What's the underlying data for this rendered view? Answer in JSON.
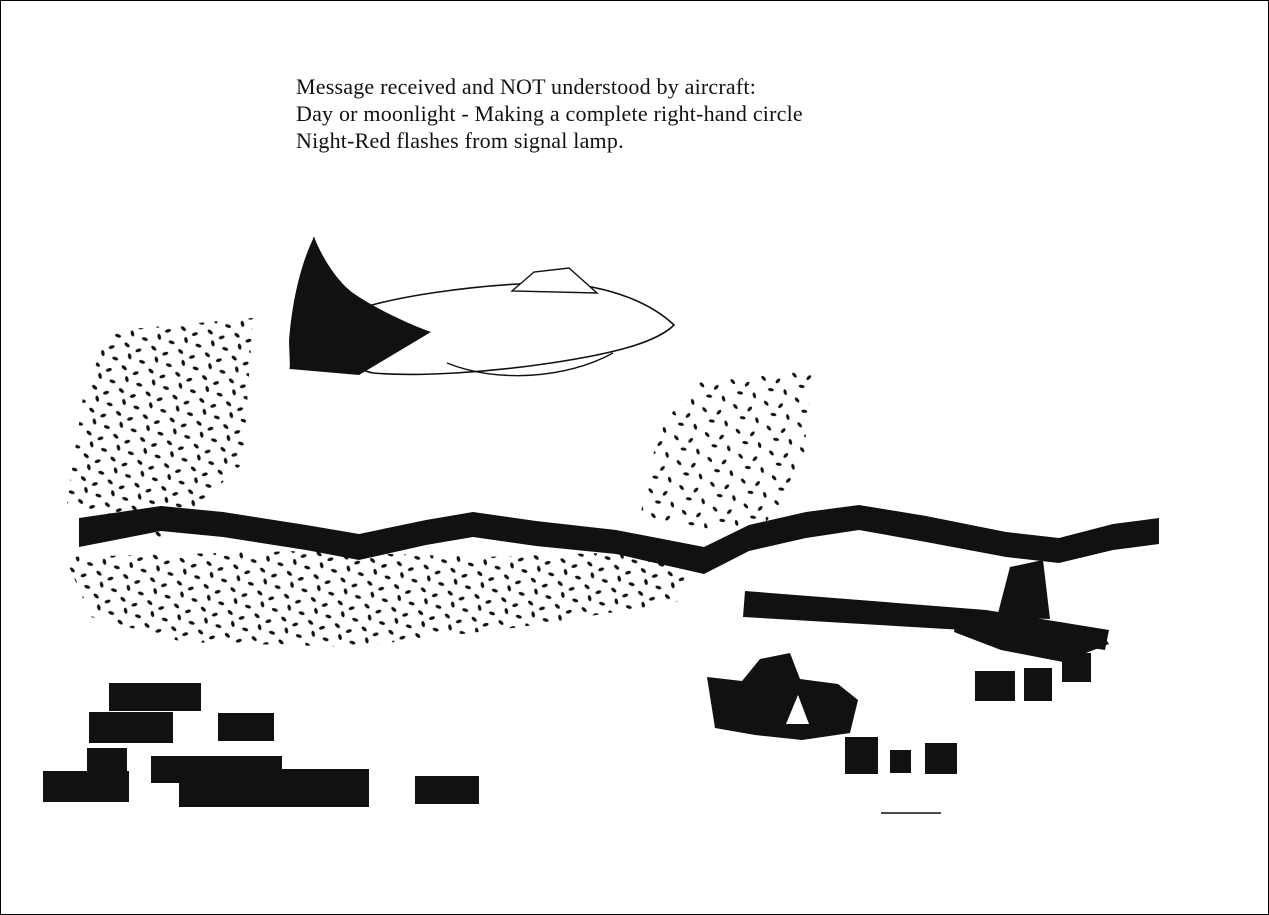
{
  "colors": {
    "ink": "#111111",
    "paper": "#ffffff"
  },
  "caption": {
    "line1": "Message received and NOT understood by aircraft:",
    "line2": "Day or moonlight - Making a complete right-hand circle",
    "line3": "Night-Red flashes from signal lamp."
  },
  "illustration": {
    "jet_aircraft": "jet-aircraft-flying-overhead",
    "terrain": "stippled-vegetation-and-ridge-silhouette",
    "ground_aircraft": "parked-light-aircraft-silhouette",
    "rocks": "rock-and-debris-silhouettes"
  }
}
